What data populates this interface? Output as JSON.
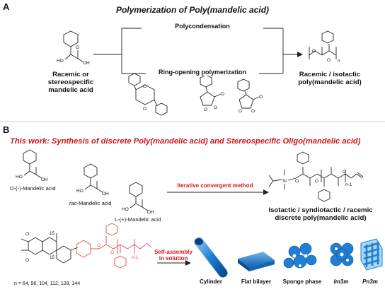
{
  "panel_a": {
    "label": "A",
    "title": "Polymerization of Poly(mandelic acid)",
    "monomer_label": "Racemic or\nstereospecific\nmandelic acid",
    "route_top": "Polycondensation",
    "route_bottom": "Ring-opening polymerization",
    "product_label": "Racemic / isotactic\npoly(mandelic acid)",
    "atoms": {
      "ho": "HO",
      "oh": "OH",
      "o": "O",
      "n": "n"
    }
  },
  "panel_b": {
    "label": "B",
    "title": "This work: Synthesis of discrete Poly(mandelic acid) and Stereospecific Oligo(mandelic acid)",
    "d_label": "D-(-)-Mandelic acid",
    "rac_label_italic": "rac",
    "rac_label_rest": "-Mandelic acid",
    "l_label": "L-(+)-Mandelic acid",
    "arrow_label": "Iterative convergent method",
    "product_label": "Isotactic / syndiotactic / racemic\ndiscrete poly(mandelic acid)",
    "self_assembly_label": "Self-assembly\nin solution",
    "n_values": "n = 64, 96, 104, 112, 128, 144",
    "subscripts": {
      "s15a": "15",
      "s15b": "15",
      "n1": "n-1",
      "si": "Si"
    },
    "morphologies": [
      {
        "name": "Cylinder",
        "italic": false
      },
      {
        "name": "Flat bilayer",
        "italic": false
      },
      {
        "name": "Sponge phase",
        "italic": false
      },
      {
        "name": "Im3m",
        "italic": true
      },
      {
        "name": "Pn3m",
        "italic": true
      }
    ],
    "colors": {
      "accent_red": "#d51414",
      "morph_blue": "#1f7fd4"
    }
  }
}
